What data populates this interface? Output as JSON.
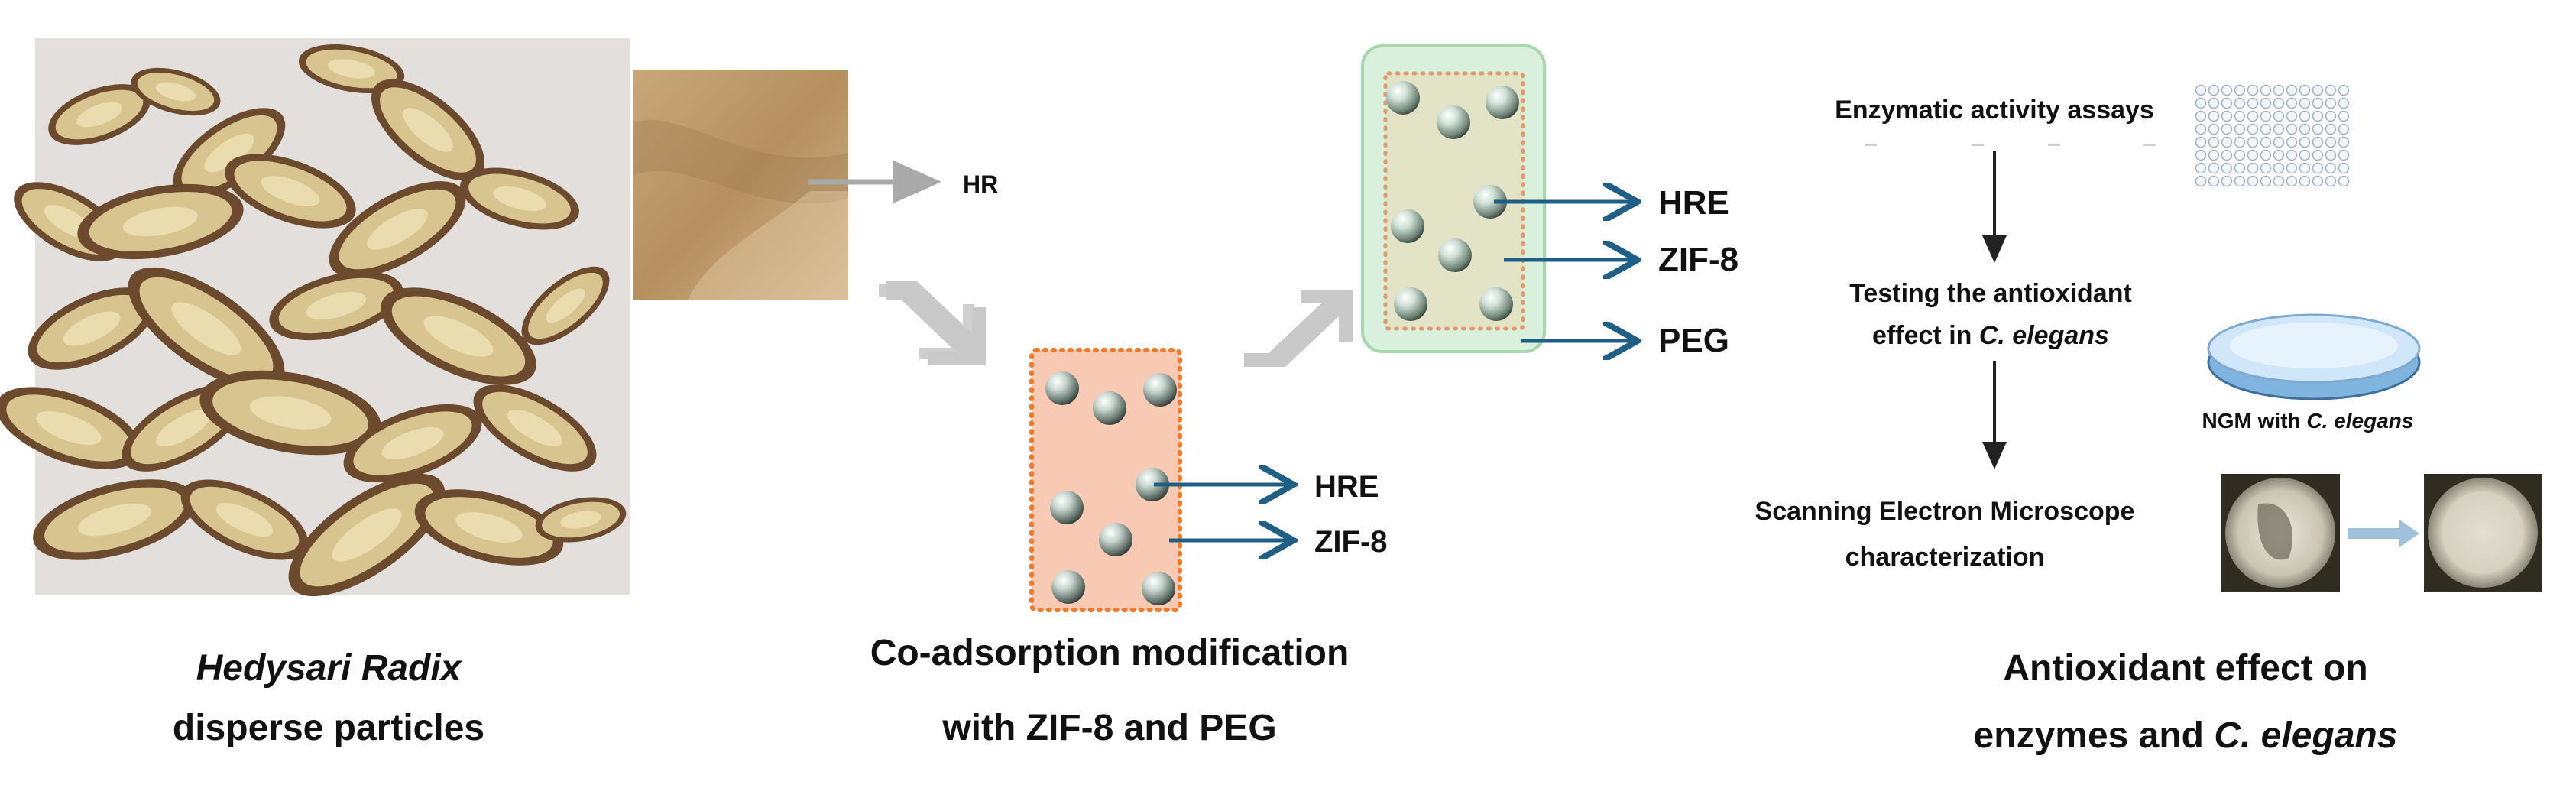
{
  "panels": {
    "left": {
      "caption_line1": "Hedysari Radix",
      "caption_line2": "disperse particles",
      "powder_label": "HR"
    },
    "middle": {
      "caption_line1": "Co-adsorption modification",
      "caption_line2": "with ZIF-8 and PEG",
      "hre_label": "HRE",
      "zif_label": "ZIF-8"
    },
    "upper_middle": {
      "hre_label": "HRE",
      "zif_label": "ZIF-8",
      "peg_label": "PEG"
    },
    "right": {
      "step1": "Enzymatic activity assays",
      "step2_line1": "Testing the antioxidant",
      "step2_line2_prefix": "effect in ",
      "step2_line2_italic": "C. elegans",
      "step3_line1": "Scanning Electron Microscope",
      "step3_line2": "characterization",
      "dish_label_prefix": "NGM with ",
      "dish_label_italic": "C. elegans",
      "caption_line1": "Antioxidant effect on",
      "caption_line2_prefix": "enzymes and ",
      "caption_line2_italic": "C. elegans"
    }
  },
  "colors": {
    "arrow_blue": "#1f5f86",
    "box_orange_fill": "#f8c9b3",
    "box_orange_dots": "#f07a2c",
    "box_green_fill": "#d9f0dc",
    "box_green_border": "#a8d7ad",
    "big_arrow_gray": "#c9c9c9"
  }
}
